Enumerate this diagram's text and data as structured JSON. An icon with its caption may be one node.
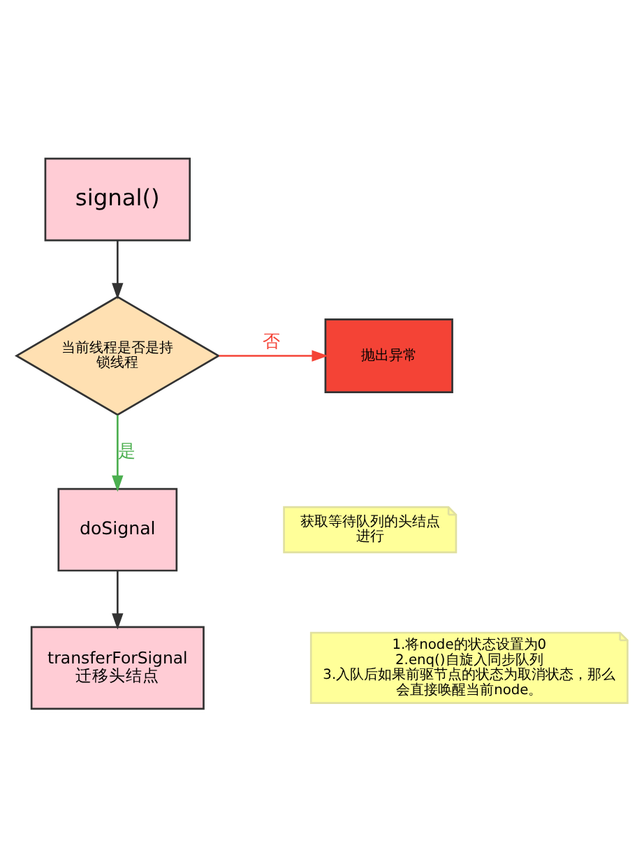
{
  "diagram": {
    "nodes": [
      {
        "text": [
          "signal()"
        ]
      },
      {
        "text": [
          "当前线程是否是持锁线程"
        ]
      },
      {
        "text": [
          "抛出异常"
        ]
      },
      {
        "text": [
          "doSignal"
        ]
      },
      {
        "text": [
          "获取等待队列的头结点进行"
        ]
      },
      {
        "text": [
          "transferForSignal",
          "迁移头结点"
        ]
      },
      {
        "text": [
          "1.将node的状态设置为0",
          "2.enq()自旋入同步队列",
          "3.入队后如果前驱节点的状态为取消状态，那么会直接唤醒当前node。"
        ]
      }
    ],
    "edges": [
      {
        "from": 0,
        "to": 1,
        "arrow": "to"
      },
      {
        "from": 1,
        "to": 2,
        "arrow": "to",
        "label": "否",
        "color": "#f44336"
      },
      {
        "from": 1,
        "to": 3,
        "arrow": "to",
        "label": "是",
        "color": "#4caf50"
      },
      {
        "from": 3,
        "to": 5,
        "arrow": "to"
      }
    ]
  }
}
